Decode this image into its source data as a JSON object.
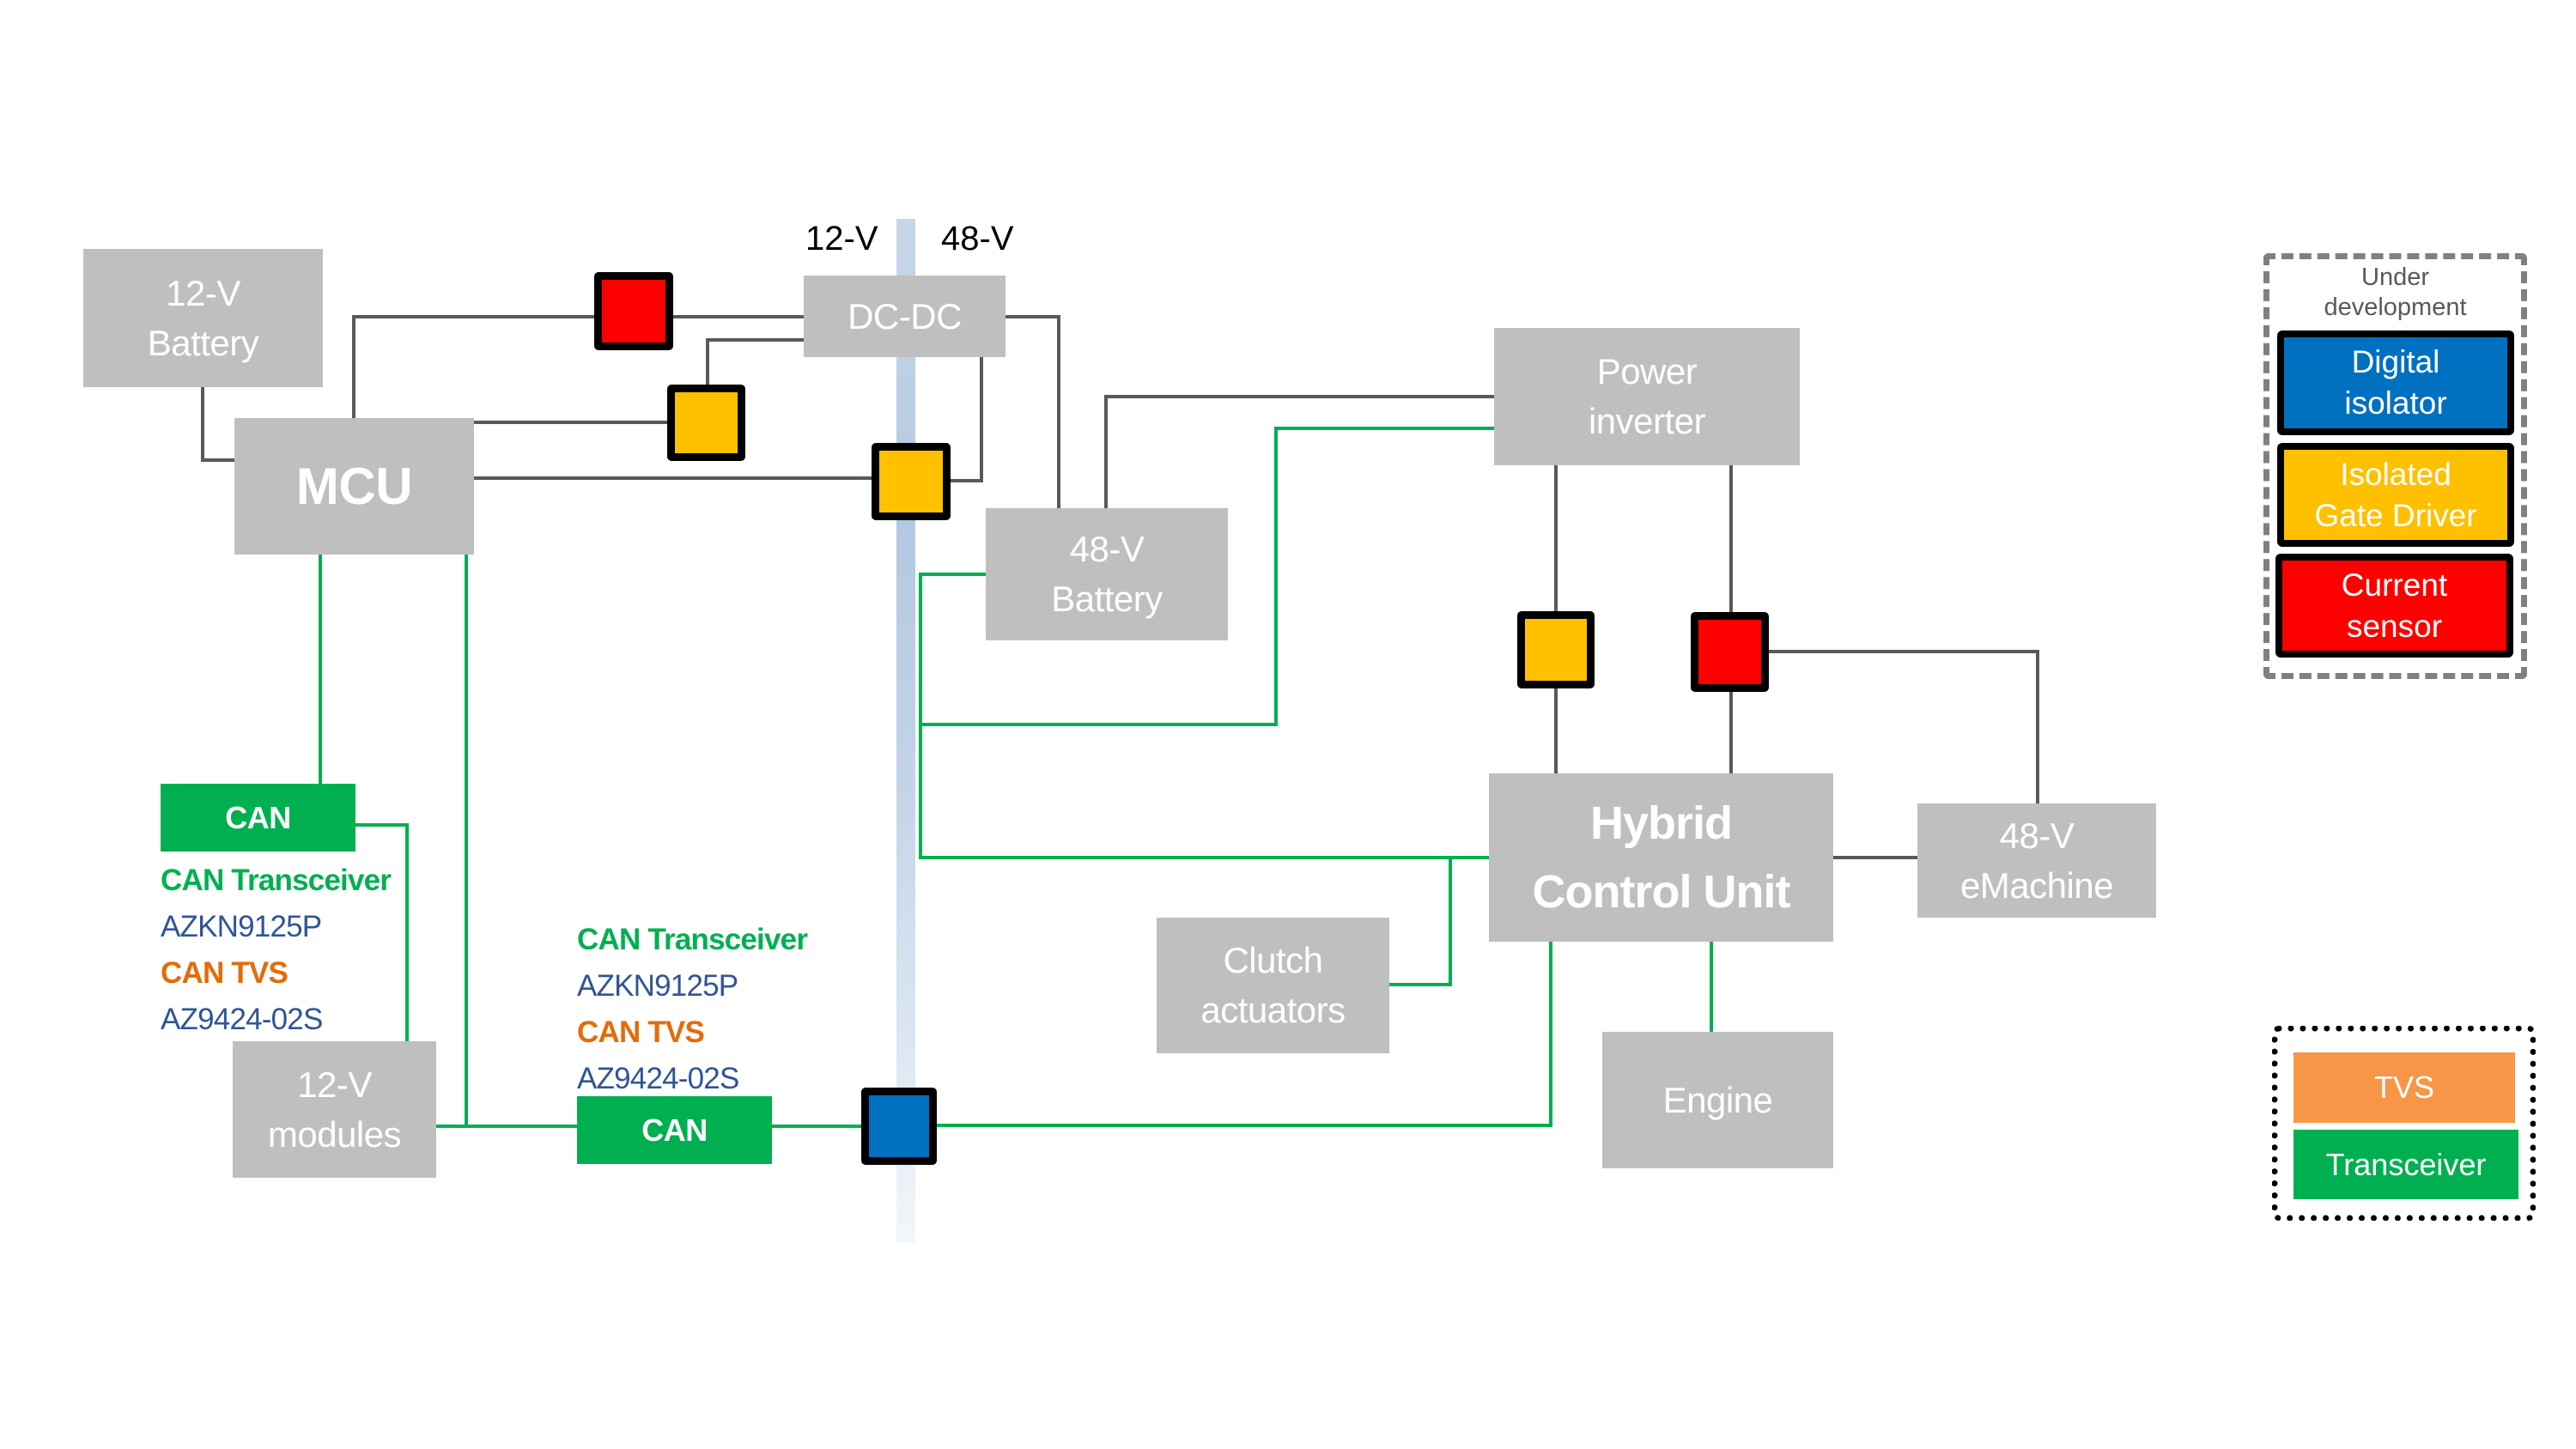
{
  "voltage_domains": {
    "low": "12-V",
    "high": "48-V"
  },
  "nodes": {
    "battery_12v": [
      "12-V",
      "Battery"
    ],
    "mcu": [
      "MCU"
    ],
    "dcdc": [
      "DC-DC"
    ],
    "battery_48v": [
      "48-V",
      "Battery"
    ],
    "power_inverter": [
      "Power",
      "inverter"
    ],
    "hybrid_control_unit": [
      "Hybrid",
      "Control Unit"
    ],
    "emachine_48v": [
      "48-V",
      "eMachine"
    ],
    "clutch_actuators": [
      "Clutch",
      "actuators"
    ],
    "engine": [
      "Engine"
    ],
    "modules_12v": [
      "12-V",
      "modules"
    ]
  },
  "can_blocks": [
    {
      "label": "CAN",
      "transceiver_title": "CAN Transceiver",
      "transceiver_part": "AZKN9125P",
      "tvs_title": "CAN TVS",
      "tvs_part": "AZ9424-02S"
    },
    {
      "label": "CAN",
      "transceiver_title": "CAN Transceiver",
      "transceiver_part": "AZKN9125P",
      "tvs_title": "CAN TVS",
      "tvs_part": "AZ9424-02S"
    }
  ],
  "legend_under_development": {
    "title": [
      "Under",
      "development"
    ],
    "items": [
      {
        "lines": [
          "Digital",
          "isolator"
        ],
        "color": "#0070C0"
      },
      {
        "lines": [
          "Isolated",
          "Gate Driver"
        ],
        "color": "#FFC000"
      },
      {
        "lines": [
          "Current",
          "sensor"
        ],
        "color": "#FF0000"
      }
    ]
  },
  "legend_products": {
    "items": [
      {
        "label": "TVS",
        "color": "#F79646"
      },
      {
        "label": "Transceiver",
        "color": "#00B050"
      }
    ]
  },
  "colors": {
    "block_gray": "#BFBFBF",
    "power_wire": "#595959",
    "can_bus": "#00B050",
    "transceiver_text": "#00B050",
    "tvs_text": "#E36C0A",
    "part_number_text": "#2F5597"
  }
}
